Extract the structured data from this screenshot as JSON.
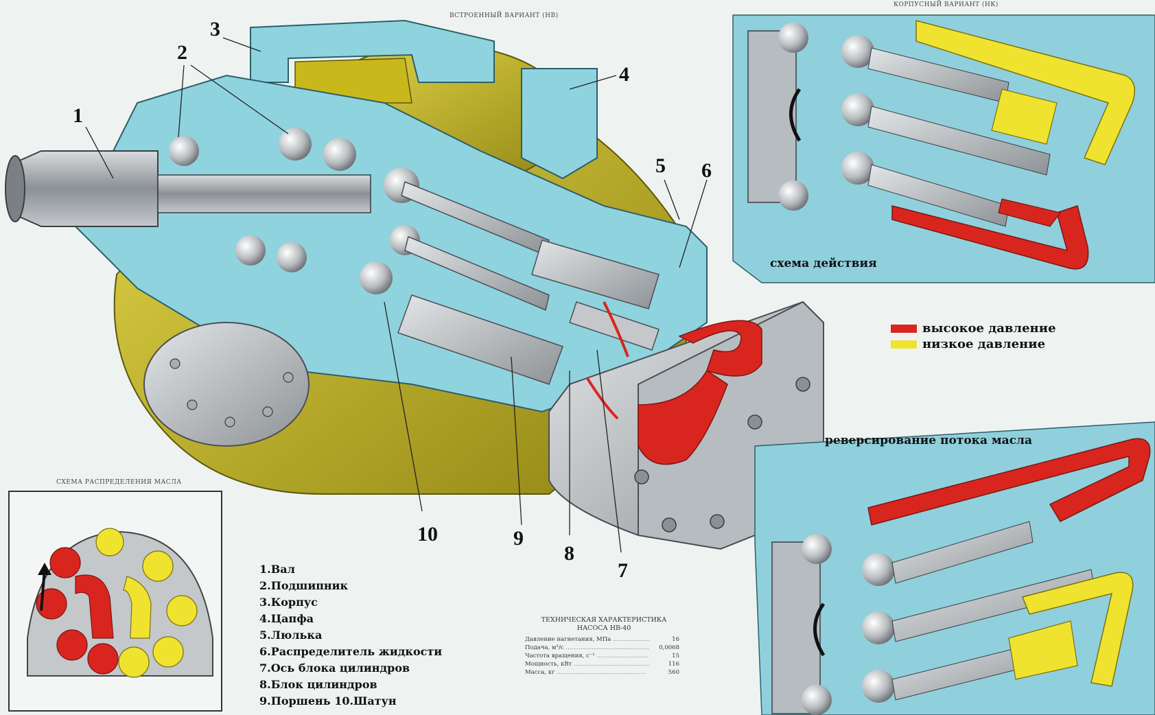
{
  "headings": {
    "builtin_variant": "ВСТРОЕННЫЙ ВАРИАНТ (НВ)",
    "housing_variant": "КОРПУСНЫЙ ВАРИАНТ (НК)",
    "oil_distribution": "СХЕМА РАСПРЕДЕЛЕНИЯ МАСЛА"
  },
  "callouts": [
    "1",
    "2",
    "3",
    "4",
    "5",
    "6",
    "7",
    "8",
    "9",
    "10"
  ],
  "captions": {
    "action_scheme": "схема действия",
    "reversing": "реверсирование потока масла"
  },
  "legend": [
    {
      "label": "высокое давление",
      "color": "#d8261f"
    },
    {
      "label": "низкое давление",
      "color": "#f0e330"
    }
  ],
  "parts": [
    "1.Вал",
    "2.Подшипник",
    "3.Корпус",
    "4.Цапфа",
    "5.Люлька",
    "6.Распределитель жидкости",
    "7.Ось блока цилиндров",
    "8.Блок цилиндров",
    "9.Поршень  10.Шатун"
  ],
  "specs": {
    "title_line1": "ТЕХНИЧЕСКАЯ ХАРАКТЕРИСТИКА",
    "title_line2": "НАСОСА НВ-40",
    "rows": [
      {
        "label": "Давление нагнетания, МПа",
        "value": "16"
      },
      {
        "label": "Подача, м³/с",
        "value": "0,0068"
      },
      {
        "label": "Частота вращения, с⁻¹",
        "value": "15"
      },
      {
        "label": "Мощность, кВт",
        "value": "116"
      },
      {
        "label": "Масса, кг",
        "value": "560"
      }
    ]
  },
  "colors": {
    "steel_blue": "#8fd3df",
    "olive_yellow": "#c9b81c",
    "metal_gray": "#a9adb1",
    "high_pressure_red": "#d8261f",
    "low_pressure_yellow": "#f0e330",
    "panel_bg": "#8fd0dc"
  }
}
